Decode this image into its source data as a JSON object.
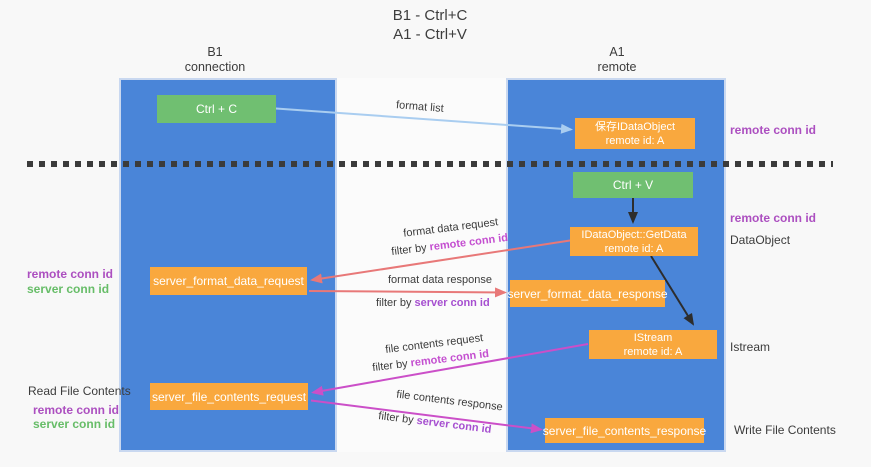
{
  "title": {
    "line1": "B1 - Ctrl+C",
    "line2": "A1 - Ctrl+V"
  },
  "lanes": {
    "left": {
      "name": "B1",
      "role": "connection"
    },
    "right": {
      "name": "A1",
      "role": "remote"
    }
  },
  "nodes": {
    "ctrl_c": {
      "label": "Ctrl + C"
    },
    "save_dataobject": {
      "line1": "保存IDataObject",
      "line2": "remote id: A"
    },
    "ctrl_v": {
      "label": "Ctrl + V"
    },
    "getdata": {
      "line1": "IDataObject::GetData",
      "line2": "remote id: A"
    },
    "format_request": {
      "label": "server_format_data_request"
    },
    "format_response": {
      "label": "server_format_data_response"
    },
    "istream": {
      "line1": "IStream",
      "line2": "remote id: A"
    },
    "file_request": {
      "label": "server_file_contents_request"
    },
    "file_response": {
      "label": "server_file_contents_response"
    }
  },
  "arrow_labels": {
    "format_list": "format list",
    "format_data_request": "format data request",
    "format_data_response": "format data response",
    "file_contents_request": "file contents request",
    "file_contents_response": "file contents response",
    "filter_by": "filter by ",
    "remote_conn_id": "remote conn id",
    "server_conn_id": "server conn id"
  },
  "side_labels": {
    "left_remote_conn_id": "remote conn id",
    "left_server_conn_id": "server conn id",
    "read_file_contents": "Read File Contents",
    "left_remote_conn_id2": "remote conn id",
    "left_server_conn_id2": "server conn id",
    "right_remote_conn_id_top": "remote conn id",
    "right_remote_conn_id_mid": "remote conn id",
    "dataobject": "DataObject",
    "istream": "Istream",
    "write_file_contents": "Write File Contents"
  },
  "colors": {
    "lane_blue": "#4a85d8",
    "node_green": "#70bf71",
    "node_orange": "#f9a83e",
    "arrow_blue": "#a9cdf0",
    "arrow_red": "#e87878",
    "arrow_magenta": "#cb4fc8",
    "arrow_black": "#2d2d2d",
    "purple_text": "#ac4fc0",
    "green_text": "#67bd68"
  }
}
